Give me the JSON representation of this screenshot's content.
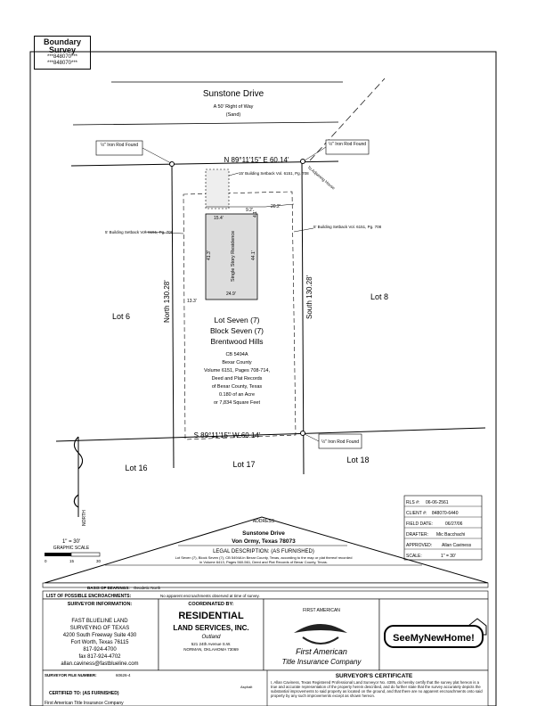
{
  "title": {
    "line1": "Boundary",
    "line2": "Survey",
    "id1": "***848070***",
    "id2": "***848070***"
  },
  "street": {
    "name": "Sunstone Drive",
    "row": "A 50' Right of Way",
    "surface": "(Sand)"
  },
  "bearings": {
    "north": "N 89°11'15\" E   60.14'",
    "south": "S 89°11'15\" W   60.14'",
    "west": "North   130.28'",
    "east": "South   130.28'"
  },
  "rods": {
    "nw": "½\" Iron Rod Found",
    "ne": "½\" Iron Rod Found",
    "se": "½\" Iron Rod Found"
  },
  "setbacks": {
    "top": "15' Building Setback Vol. 6151, Pg. 708",
    "left": "5' Building Setback Vol. 6151, Pg. 708",
    "right": "5' Building Setback Vol. 6151, Pg. 708",
    "house_note": "To Adjoining House"
  },
  "house": {
    "label": "Single Story Residence",
    "dims": [
      "15.4'",
      "9.2'",
      "20.2'",
      "41.3'",
      "44.1'",
      "24.9'",
      "13.3'",
      "4.1'"
    ]
  },
  "lots": {
    "left": "Lot 6",
    "right": "Lot 8",
    "bl": "Lot 16",
    "bc": "Lot 17",
    "br": "Lot 18"
  },
  "lot_desc": {
    "l1": "Lot Seven (7)",
    "l2": "Block Seven (7)",
    "l3": "Brentwood Hills",
    "l4": "CB 5494A",
    "l5": "Bexar County",
    "l6": "Volume 6151, Pages 708-714,",
    "l7": "Deed and Plat Records",
    "l8": "of Bexar County, Texas",
    "l9": "0.180 of an Acre",
    "l10": "or 7,834 Square Feet"
  },
  "north_label": "NORTH",
  "scale": {
    "ratio": "1\" = 30'",
    "label": "GRAPHIC SCALE",
    "t0": "0",
    "t1": "15",
    "t2": "30"
  },
  "info": {
    "rls_label": "RLS #:",
    "rls": "06-06-2561",
    "client_label": "CLIENT #:",
    "client": "848070-6440",
    "field_label": "FIELD DATE:",
    "field": "06/27/06",
    "drafter_label": "DRAFTER:",
    "drafter": "Mic Bacchachi",
    "approved_label": "APPROVED:",
    "approved": "Allan Caviness",
    "scale_label": "SCALE:",
    "scale": "1\" = 30'"
  },
  "address": {
    "header": "ADDRESS",
    "street": "Sunstone Drive",
    "city": "Von Ormy, Texas 78073"
  },
  "legal": {
    "header": "LEGAL DESCRIPTION: (AS FURNISHED)",
    "text1": "Lot Seven (7), Block Seven (7), CB 5494A in Bexar County, Texas, according to the map or plat thereof recorded",
    "text2": "in Volume 6413, Pages 560-561, Deed and Plat Records of Bexar County, Texas."
  },
  "basis": {
    "label": "BASIS OF BEARINGS:",
    "value": "Geodetic North"
  },
  "encroach": {
    "label": "LIST OF POSSIBLE ENCROACHMENTS:",
    "value": "No apparent encroachments observed at time of survey."
  },
  "surveyor": {
    "header": "SURVEYOR INFORMATION:",
    "l1": "FAST BLUELINE LAND",
    "l2": "SURVEYING OF TEXAS",
    "l3": "4200 South Freeway Suite 430",
    "l4": "Fort Worth, Texas 76115",
    "l5": "817-924-4700",
    "l6": "fax 817-924-4702",
    "l7": "allan.caviness@fastblueline.com"
  },
  "coord": {
    "header": "COORDINATED BY:",
    "name1": "RESIDENTIAL",
    "name2": "LAND SERVICES, INC.",
    "sub": "Outland",
    "addr1": "521 24th Avenue S.W.",
    "addr2": "NORMAN, OKLAHOMA 73069"
  },
  "first_american": {
    "arc": "FIRST AMERICAN",
    "l1": "First American",
    "l2": "Title Insurance Company"
  },
  "seemy": {
    "text": "SeeMyNewHome!"
  },
  "footer": {
    "file_label": "SURVEYOR FILE NUMBER:",
    "file": "60626-4",
    "certified": "CERTIFIED TO: (AS FURNISHED)",
    "company": "First American Title Insurance Company",
    "cert_header": "SURVEYOR'S CERTIFICATE",
    "cert_text": "I, Allan Caviness, Texas Registered Professional Land Surveyor No. 4395, do hereby certify that the survey plat hereon is a true and accurate representation of the property herein described, and do further state that the survey accurately depicts the substantial improvements to said property as located on the ground, and that there are no apparent encroachments onto said property by any such improvements except as shown hereon.",
    "legend": "Asphalt"
  }
}
